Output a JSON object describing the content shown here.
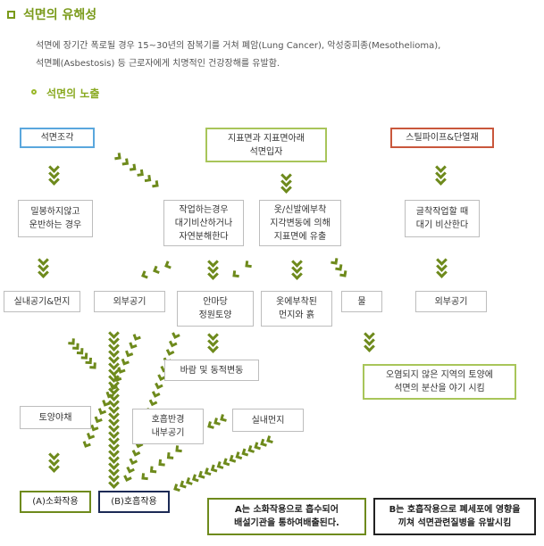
{
  "header": {
    "title": "석면의 유해성",
    "intro_line1": "석면에 장기간 폭로될 경우 15~30년의 잠복기를 거쳐 폐암(Lung Cancer), 악성중피종(Mesothelioma),",
    "intro_line2": "석면폐(Asbestosis) 등 근로자에게 치명적인 건강장해를 유발함.",
    "subtitle": "석면의 노출"
  },
  "sources": {
    "asbestos_piece": "석면조각",
    "surface": "지표면과 지표면아래\n석면입자",
    "slate": "스틸파이프&단열재"
  },
  "second_row": {
    "sealed": "밀봉하지않고\n운반하는 경우",
    "work": "작업하는경우\n대기비산하거나\n자연분해한다",
    "clothes": "옷/신발에부착\n지각변동에 의해\n지표면에 유출",
    "cutting": "글착작업할 때\n대기 비산한다"
  },
  "third_row": {
    "indoor_dust": "실내공기&먼지",
    "outdoor1": "외부공기",
    "yard": "안마당\n정원토양",
    "clothes_dust": "옷에부착된\n먼지와 흙",
    "water": "물",
    "outdoor2": "외부공기"
  },
  "lower": {
    "wind": "바람 및 동적변동",
    "soil_veg": "토양야채",
    "breathing_air": "호흡반경\n내부공기",
    "house_dust": "실내먼지",
    "uncontaminated": "오염되지 않은 지역의 토양에\n석면의 분산을 야기 시킴"
  },
  "results": {
    "a_label": "(A)소화작용",
    "b_label": "(B)호흡작용",
    "a_note": "A는 소화작용으로 흡수되어\n배설기관을 통하여배출된다.",
    "b_note": "B는 호흡작용으로 폐세포에 영향을\n끼쳐 석면관련질병을 유발시킴"
  },
  "colors": {
    "accent_green": "#7a9a1a",
    "chevron": "#6e8a1c",
    "blue": "#5aa7dd",
    "red": "#c9573c",
    "navy": "#1c2a55"
  }
}
